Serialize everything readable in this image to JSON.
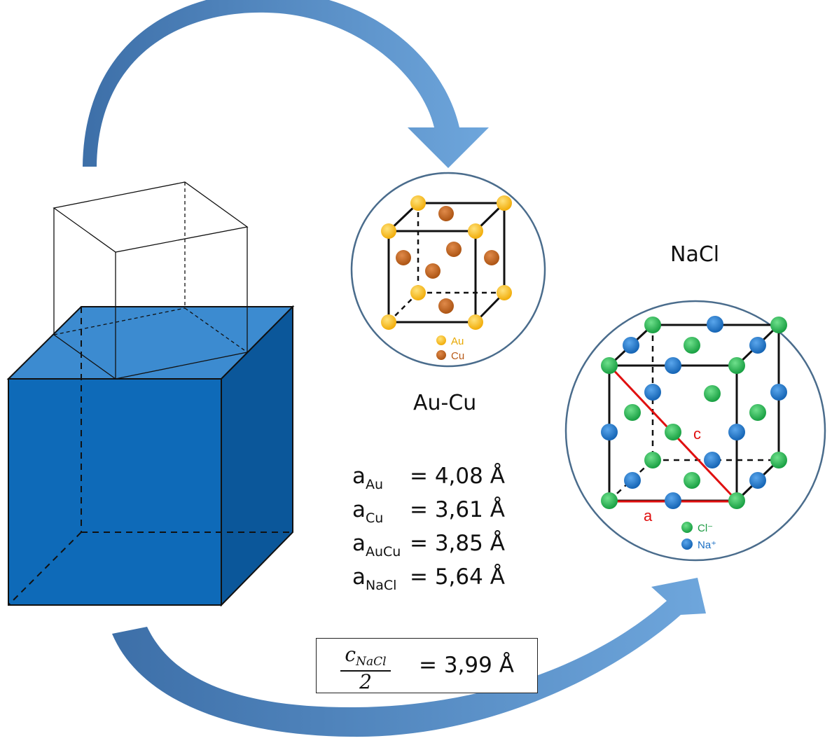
{
  "labels": {
    "aucu_title": "Au-Cu",
    "nacl_title": "NaCl"
  },
  "aucu_legend": {
    "au": "Au",
    "cu": "Cu",
    "au_color": "#f5b800",
    "cu_color": "#c0601a"
  },
  "nacl_legend": {
    "cl": "Cl⁻",
    "na": "Na⁺",
    "cl_color": "#1db34d",
    "na_color": "#1a6fc4"
  },
  "nacl_edges": {
    "a": "a",
    "c": "c",
    "edge_color": "#e01010"
  },
  "lattice_constants": [
    {
      "symbol": "a",
      "subscript": "Au",
      "value": "= 4,08 Å"
    },
    {
      "symbol": "a",
      "subscript": "Cu",
      "value": "= 3,61 Å"
    },
    {
      "symbol": "a",
      "subscript": "AuCu",
      "value": "= 3,85 Å"
    },
    {
      "symbol": "a",
      "subscript": "NaCl",
      "value": "= 5,64 Å"
    }
  ],
  "formula": {
    "numerator": "c",
    "numerator_subscript": "NaCl",
    "denominator": "2",
    "value": "= 3,99 Å"
  },
  "colors": {
    "arrow": "#4f86c6",
    "substrate_front": "#0e6ab8",
    "substrate_top": "#3c8bd0",
    "substrate_side": "#0b579a"
  }
}
